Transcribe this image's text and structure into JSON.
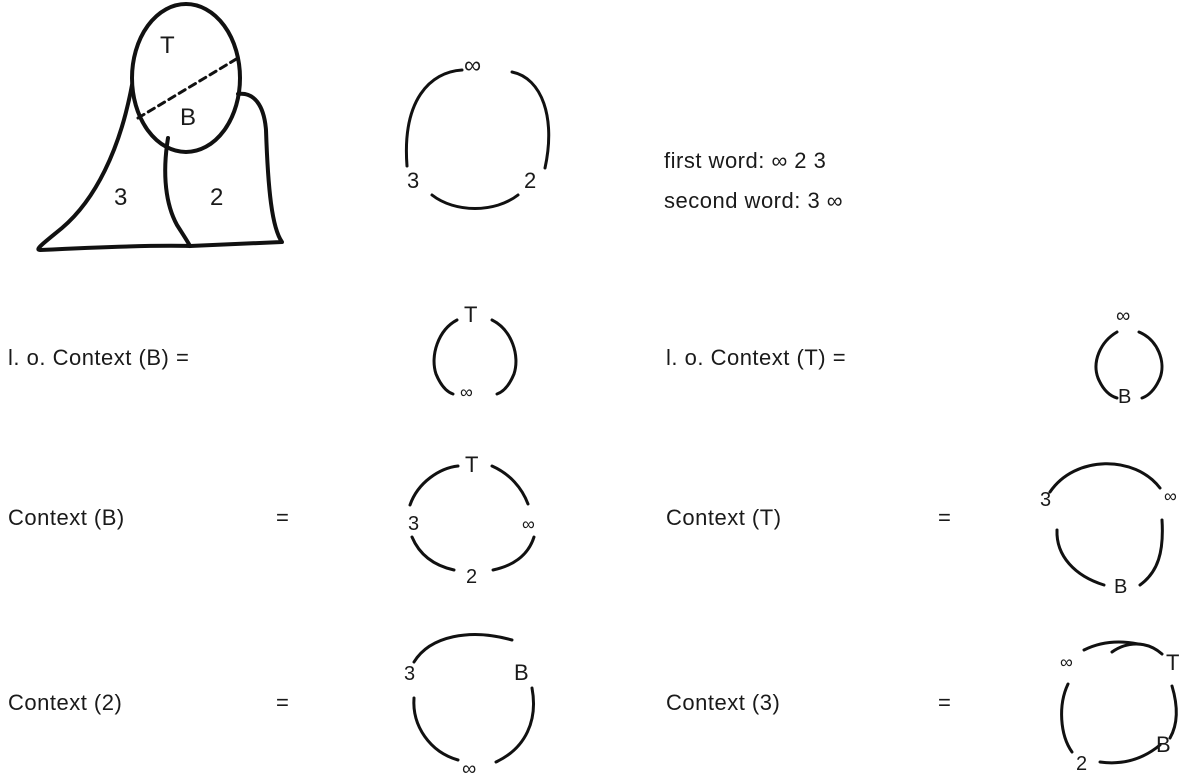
{
  "map": {
    "regions": {
      "top": "T",
      "bottom": "B",
      "left": "3",
      "right": "2"
    }
  },
  "main_circle": {
    "labels": {
      "top": "∞",
      "left": "3",
      "right": "2"
    }
  },
  "words": {
    "first": "first word: ∞ 2 3",
    "second": "second word: 3 ∞"
  },
  "rows": [
    {
      "left": {
        "label": "l. o.  Context (B) =",
        "circle": {
          "top": "T",
          "bottom": "∞"
        }
      },
      "right": {
        "label": "l. o.  Context (T) =",
        "circle": {
          "top": "∞",
          "bottom": "B"
        }
      }
    },
    {
      "left": {
        "label": "Context (B)",
        "eq": "=",
        "circle": {
          "top": "T",
          "left": "3",
          "right": "∞",
          "bottom": "2"
        }
      },
      "right": {
        "label": "Context (T)",
        "eq": "=",
        "circle": {
          "left": "3",
          "right": "∞",
          "bottom": "B"
        }
      }
    },
    {
      "left": {
        "label": "Context (2)",
        "eq": "=",
        "circle": {
          "left": "3",
          "right": "B",
          "bottom": "∞"
        }
      },
      "right": {
        "label": "Context (3)",
        "eq": "=",
        "circle": {
          "topleft": "∞",
          "topright": "T",
          "bottomleft": "2",
          "bottomright": "B"
        }
      }
    }
  ]
}
